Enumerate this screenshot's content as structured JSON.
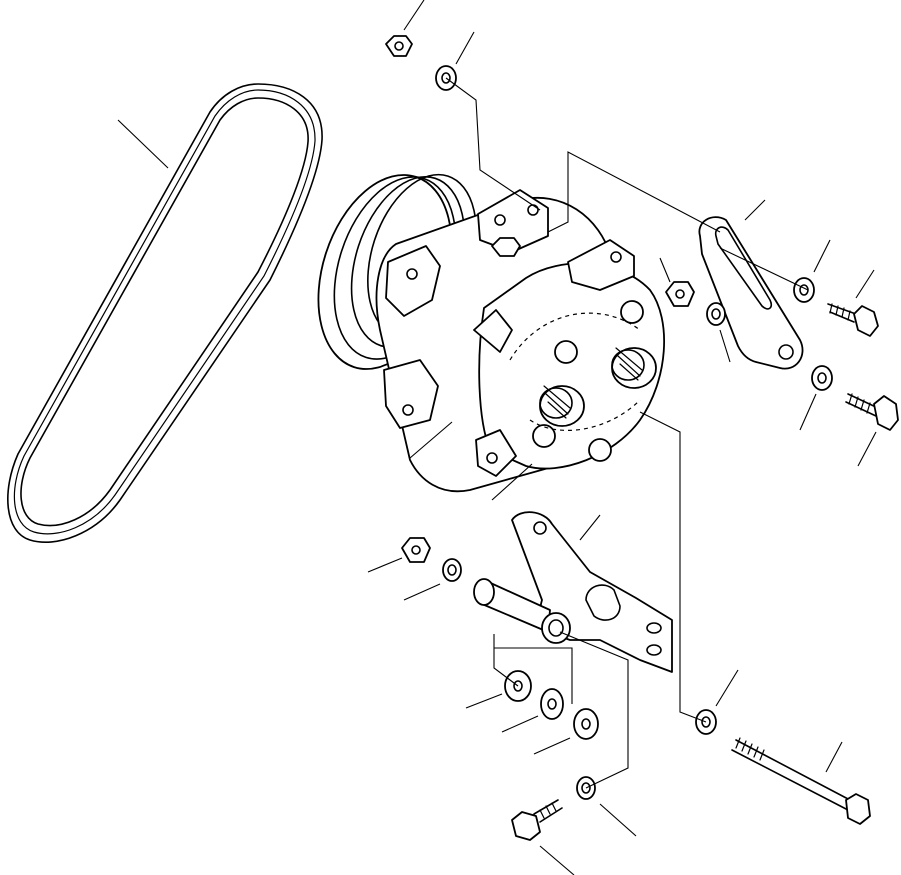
{
  "diagram": {
    "colors": {
      "line": "#000000",
      "background": "#ffffff"
    },
    "parts": [
      "drive-belt",
      "compressor",
      "upper-adjusting-bracket",
      "lower-mounting-bracket",
      "hex-nut",
      "lock-washer",
      "flat-washer",
      "hex-bolt",
      "long-bolt"
    ]
  }
}
